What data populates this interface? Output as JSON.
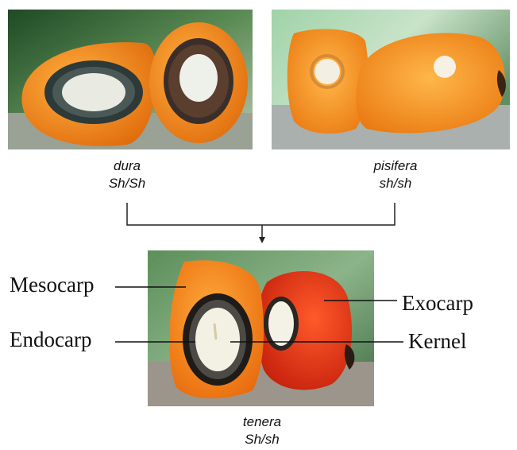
{
  "parents": {
    "dura": {
      "name": "dura",
      "genotype": "Sh/Sh"
    },
    "pisifera": {
      "name": "pisifera",
      "genotype": "sh/sh"
    }
  },
  "hybrid": {
    "name": "tenera",
    "genotype": "Sh/sh"
  },
  "labels": {
    "mesocarp": "Mesocarp",
    "endocarp": "Endocarp",
    "exocarp": "Exocarp",
    "kernel": "Kernel"
  }
}
